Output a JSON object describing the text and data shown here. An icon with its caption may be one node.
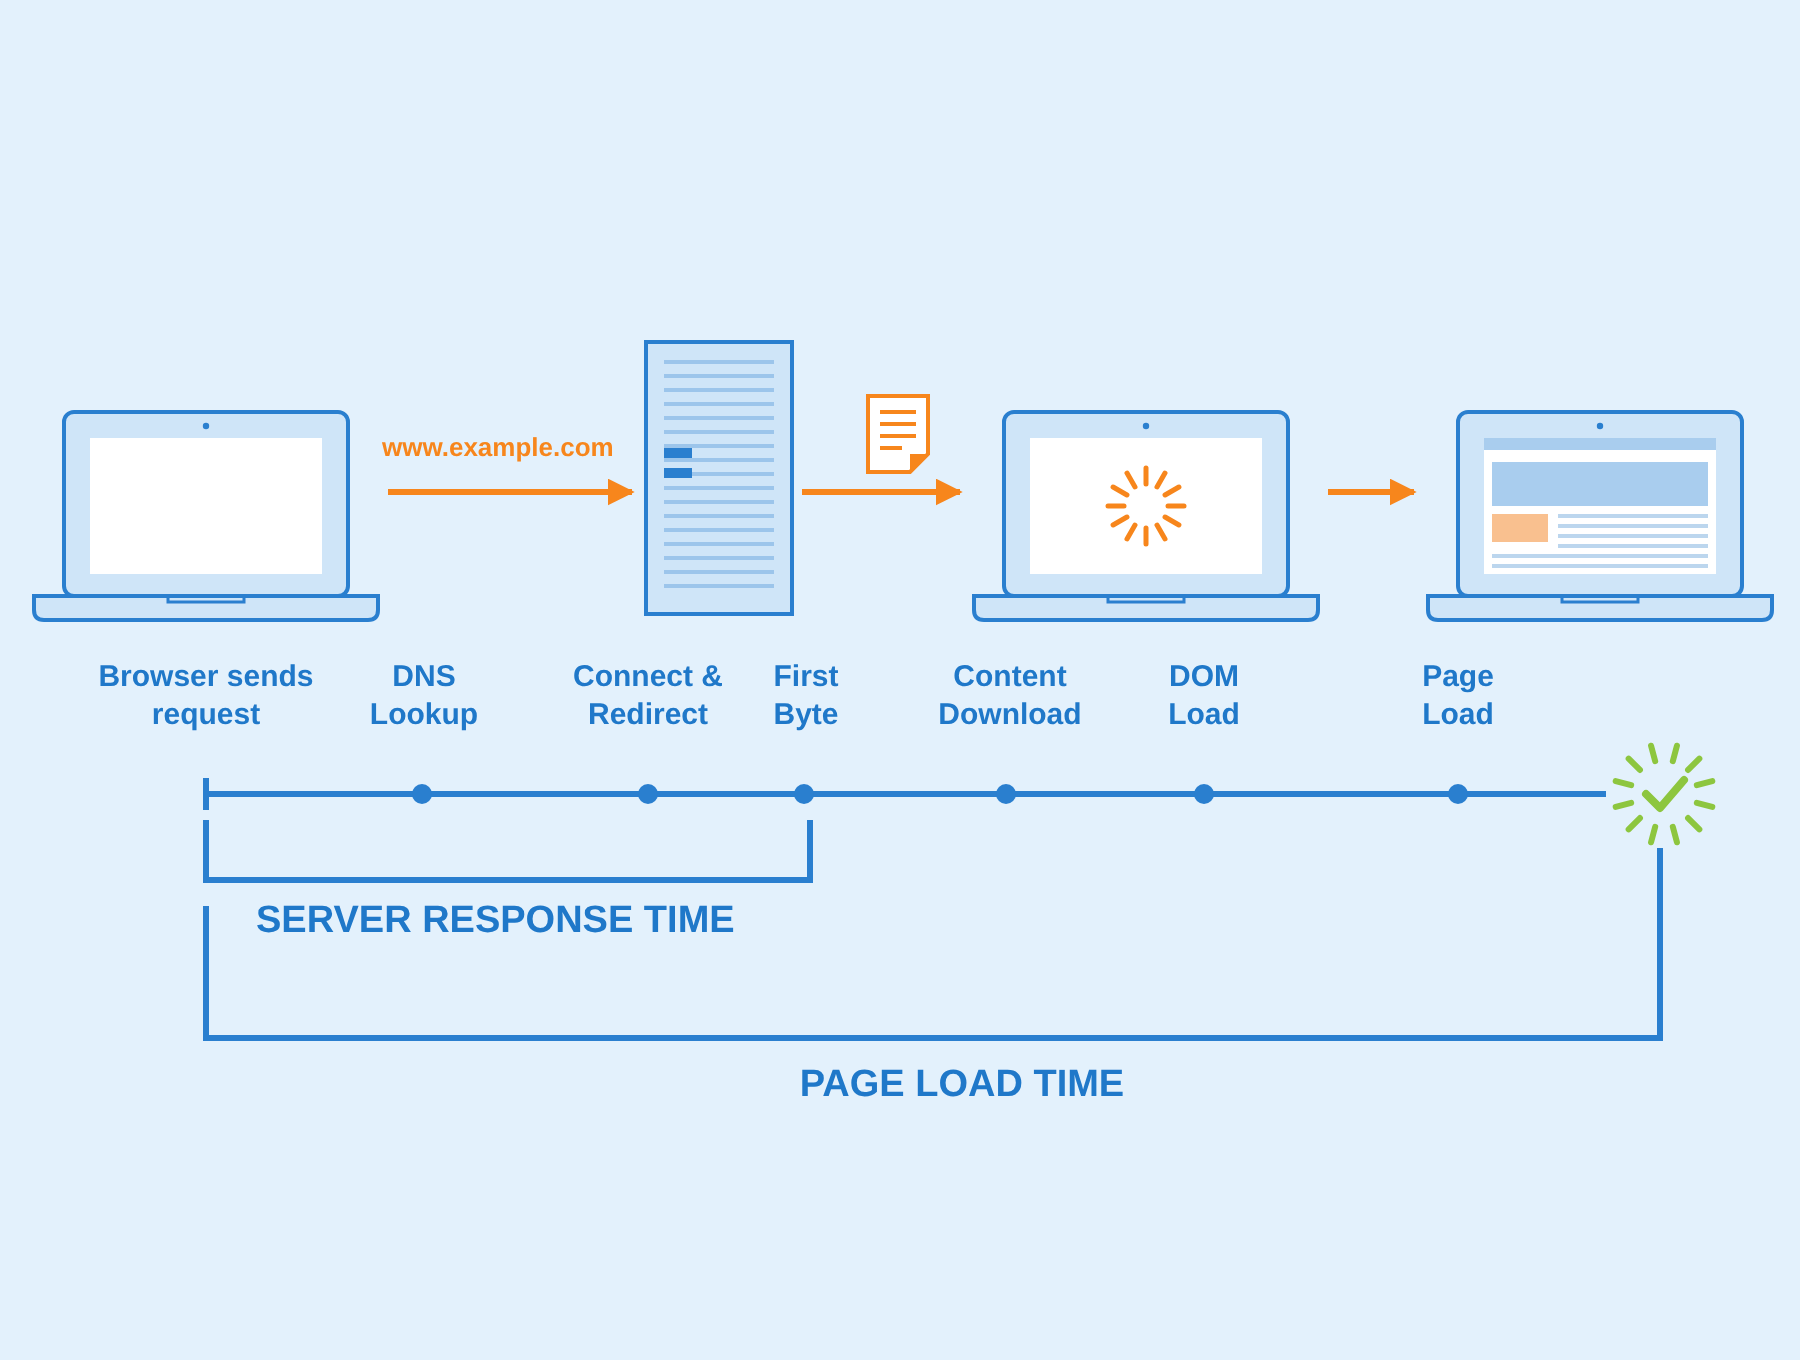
{
  "diagram": {
    "nodes": [
      {
        "text": [],
        "shape": "picture"
      },
      {
        "text": [],
        "shape": "picture"
      },
      {
        "text": [],
        "shape": "picture"
      },
      {
        "text": [],
        "shape": "picture"
      }
    ],
    "edges": [
      {
        "from": 0,
        "to": 1,
        "arrow": "to",
        "label": "www.example.com"
      },
      {
        "from": 1,
        "to": 2,
        "arrow": "to"
      },
      {
        "from": 2,
        "to": 3,
        "arrow": "to"
      }
    ],
    "labels": [
      "Browser sends request",
      "DNS Lookup",
      "Connect & Redirect",
      "First Byte",
      "Content Download",
      "DOM Load",
      "Page Load",
      "SERVER RESPONSE TIME",
      "PAGE LOAD TIME"
    ]
  }
}
